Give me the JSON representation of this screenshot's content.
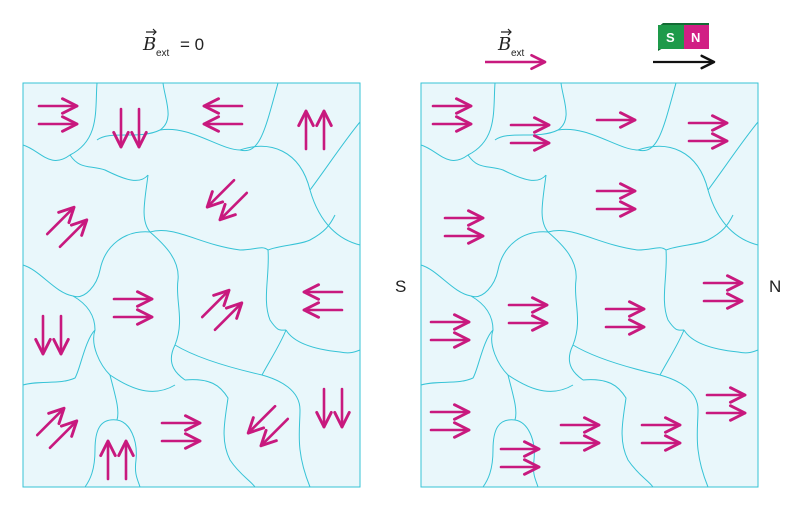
{
  "left_panel": {
    "field_symbol": "B",
    "field_subscript": "ext",
    "field_value": "= 0"
  },
  "right_panel": {
    "field_symbol": "B",
    "field_subscript": "ext",
    "pole_left": "S",
    "pole_right": "N",
    "magnet_south": "S",
    "magnet_north": "N"
  },
  "colors": {
    "domain_fill": "#e9f7fb",
    "boundary": "#36c3d6",
    "arrow": "#c8197e",
    "magnet_south": "#1e9a4a",
    "magnet_north": "#d11f84"
  },
  "domains_left": [
    {
      "dir": "right",
      "count": 2
    },
    {
      "dir": "down",
      "count": 2
    },
    {
      "dir": "left",
      "count": 2
    },
    {
      "dir": "up",
      "count": 2
    },
    {
      "dir": "up-right",
      "count": 2
    },
    {
      "dir": "down-left",
      "count": 2
    },
    {
      "dir": "right",
      "count": 2
    },
    {
      "dir": "up-right",
      "count": 2
    },
    {
      "dir": "left",
      "count": 2
    },
    {
      "dir": "down",
      "count": 2
    },
    {
      "dir": "up-right",
      "count": 2
    },
    {
      "dir": "right",
      "count": 2
    },
    {
      "dir": "down-left",
      "count": 2
    },
    {
      "dir": "down",
      "count": 2
    },
    {
      "dir": "up",
      "count": 2
    }
  ],
  "domains_right": [
    {
      "dir": "right",
      "count": 2
    },
    {
      "dir": "right",
      "count": 2
    },
    {
      "dir": "right",
      "count": 1
    },
    {
      "dir": "right",
      "count": 2
    },
    {
      "dir": "right",
      "count": 2
    },
    {
      "dir": "right",
      "count": 2
    },
    {
      "dir": "right",
      "count": 2
    },
    {
      "dir": "right",
      "count": 2
    },
    {
      "dir": "right",
      "count": 2
    },
    {
      "dir": "right",
      "count": 2
    },
    {
      "dir": "right",
      "count": 2
    },
    {
      "dir": "right",
      "count": 2
    },
    {
      "dir": "right",
      "count": 2
    },
    {
      "dir": "right",
      "count": 2
    },
    {
      "dir": "right",
      "count": 2
    }
  ]
}
